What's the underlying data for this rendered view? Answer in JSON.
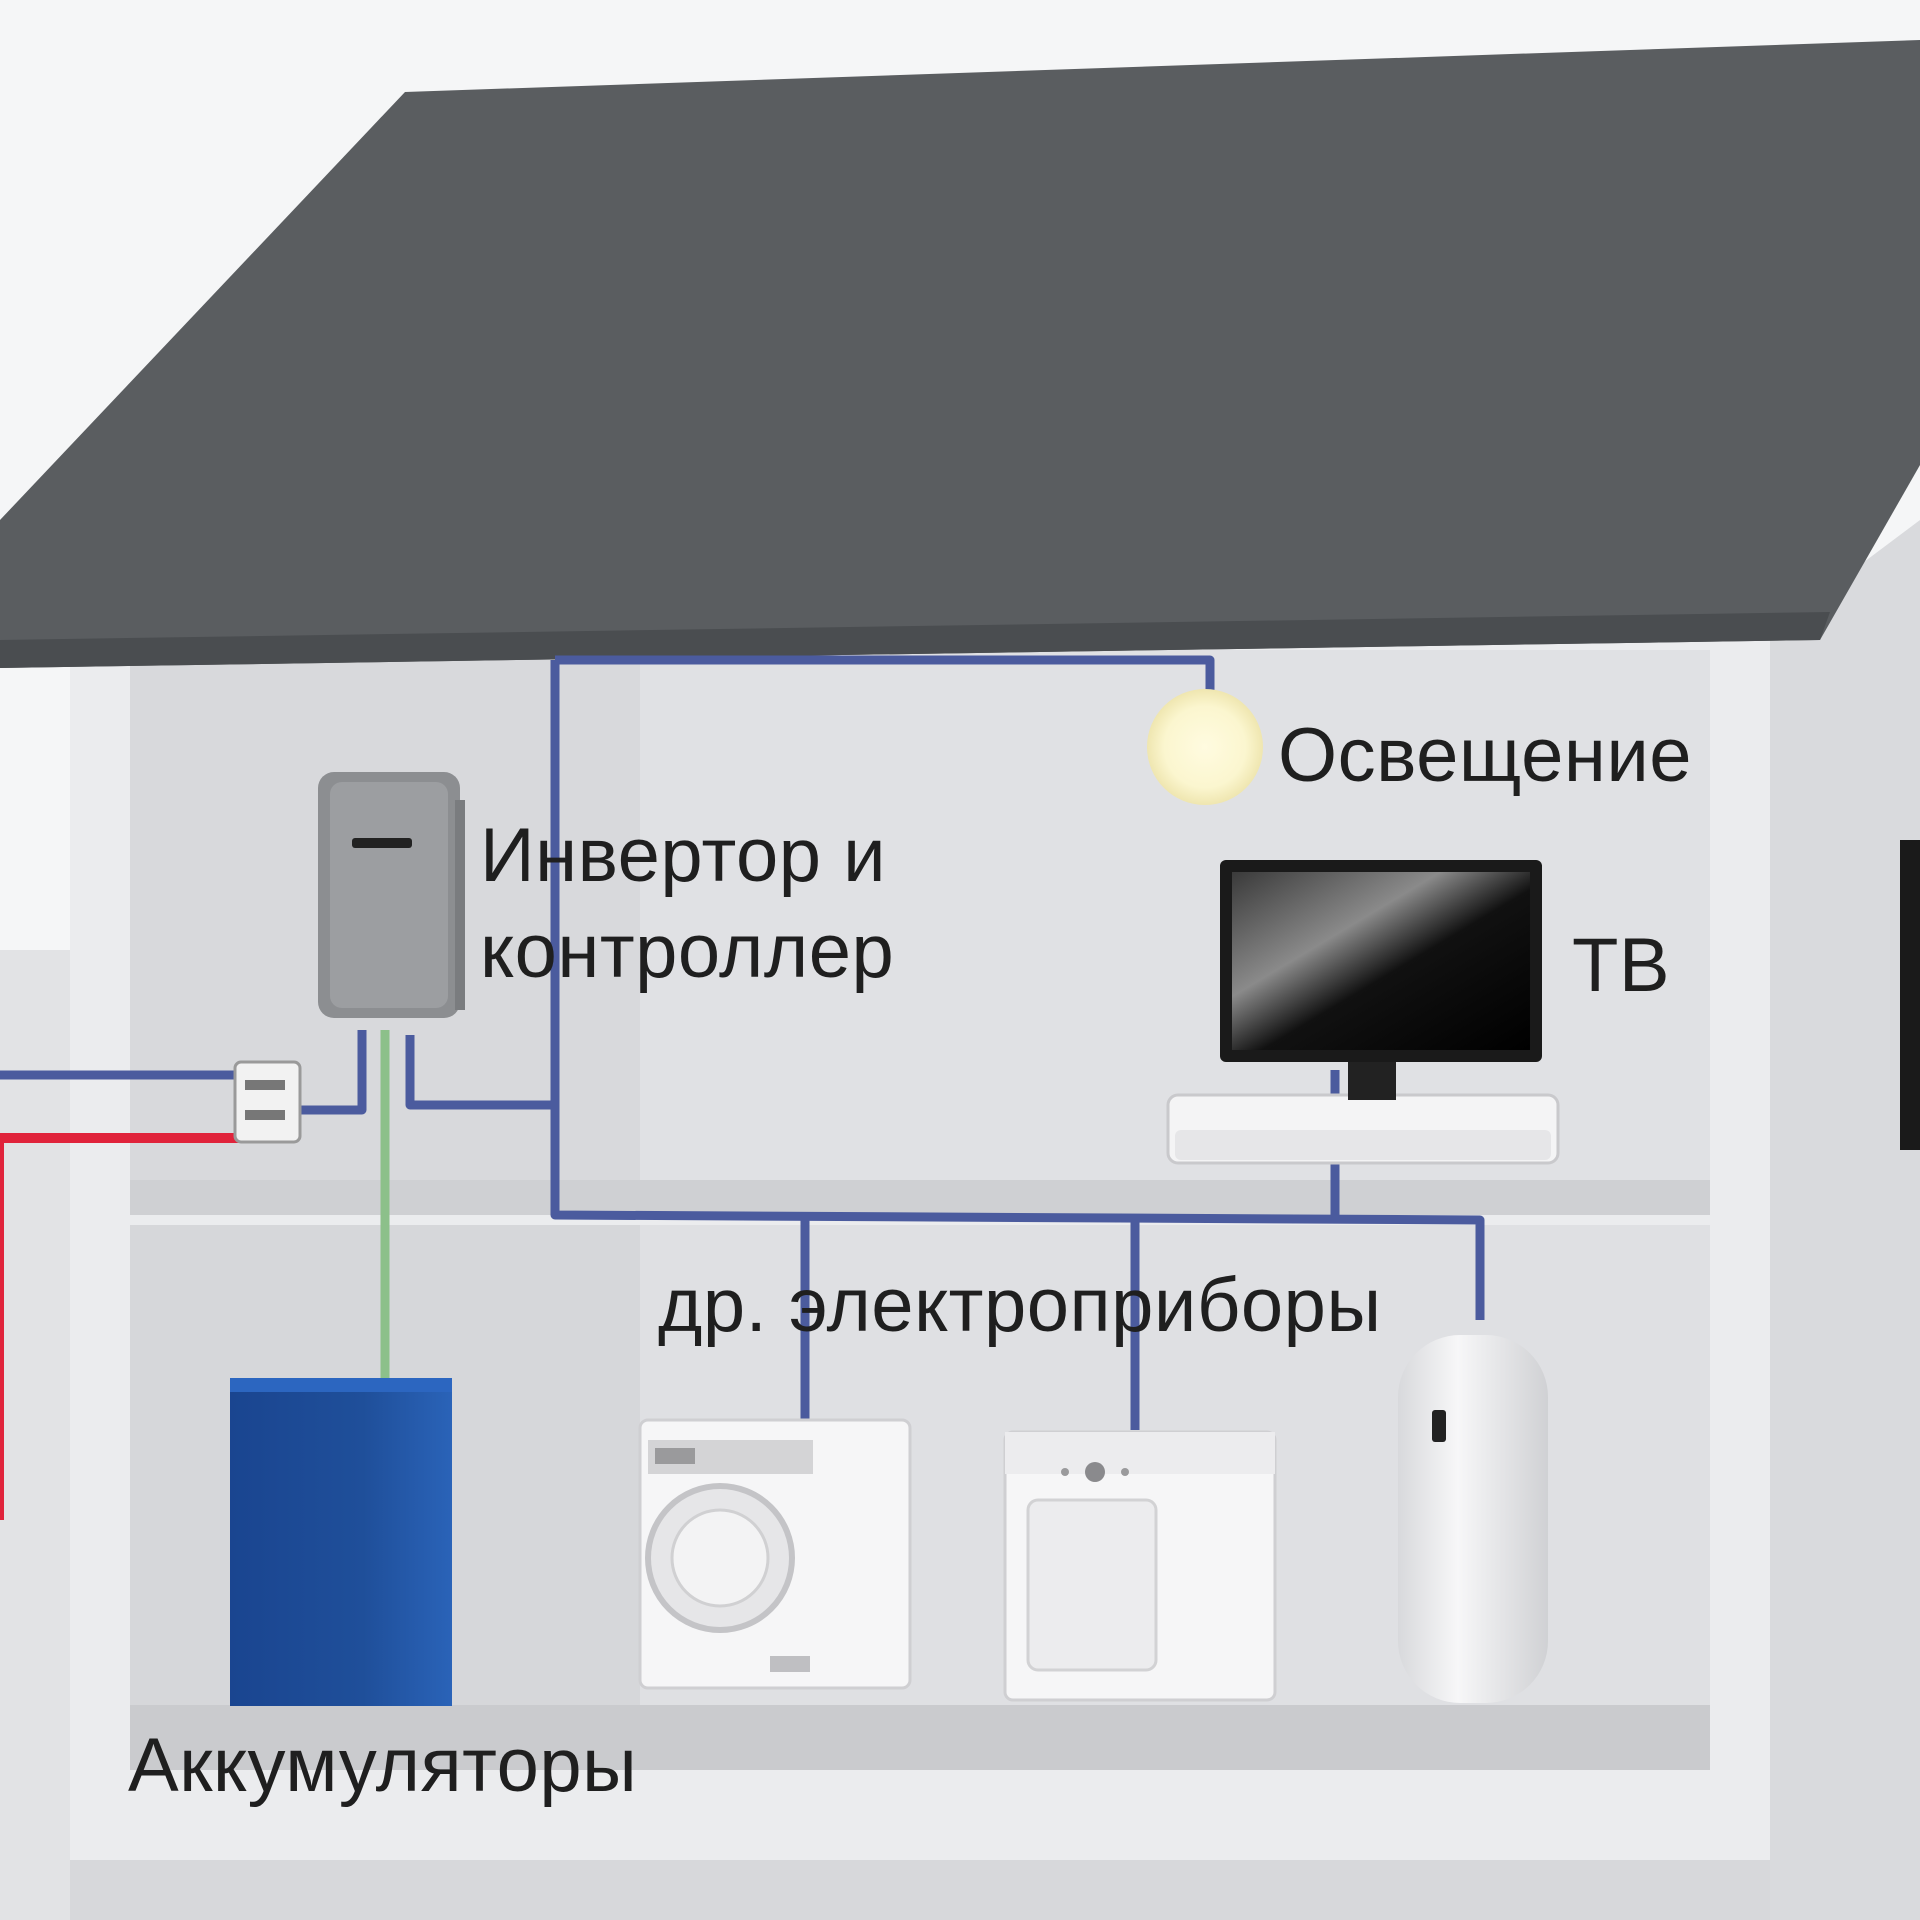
{
  "labels": {
    "inverter_line1": "Инвертор и",
    "inverter_line2": "контроллер",
    "lighting": "Освещение",
    "tv": "ТВ",
    "appliances": "др. электроприборы",
    "batteries": "Аккумуляторы"
  },
  "colors": {
    "roof": "#5a5d60",
    "wall": "#e9eaec",
    "room": "#dcdde0",
    "wire_blue": "#4b5b9e",
    "wire_red": "#e0233b",
    "wire_green": "#8cc08a",
    "battery": "#1f4f9a",
    "lamp": "#fbf6cf"
  }
}
